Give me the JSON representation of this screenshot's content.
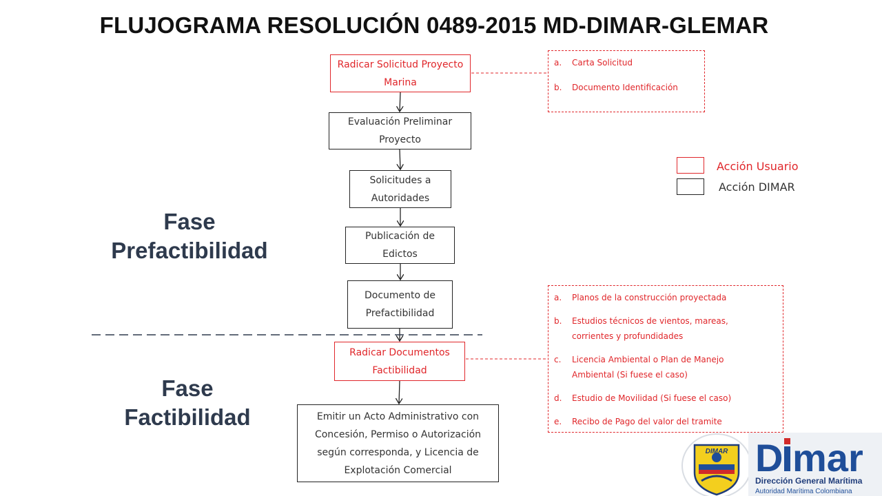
{
  "title": "FLUJOGRAMA RESOLUCIÓN 0489-2015 MD-DIMAR-GLEMAR",
  "steps": [
    {
      "label": "Radicar Solicitud Proyecto Marina",
      "actor": "user"
    },
    {
      "label": "Evaluación Preliminar Proyecto",
      "actor": "dimar"
    },
    {
      "label": "Solicitudes a Autoridades",
      "actor": "dimar"
    },
    {
      "label": "Publicación de Edictos",
      "actor": "dimar"
    },
    {
      "label": "Documento de Prefactibilidad",
      "actor": "dimar"
    },
    {
      "label": "Radicar Documentos Factibilidad",
      "actor": "user"
    },
    {
      "label": "Emitir un Acto Administrativo con Concesión, Permiso o Autorización según corresponda, y Licencia de Explotación Comercial",
      "actor": "dimar"
    }
  ],
  "notes": [
    {
      "items": [
        {
          "letter": "a.",
          "text": "Carta Solicitud"
        },
        {
          "letter": "b.",
          "text": "Documento Identificación"
        }
      ]
    },
    {
      "items": [
        {
          "letter": "a.",
          "text": "Planos de la construcción proyectada"
        },
        {
          "letter": "b.",
          "text": "Estudios técnicos de vientos, mareas, corrientes y profundidades"
        },
        {
          "letter": "c.",
          "text": "Licencia Ambiental o Plan de Manejo Ambiental (Si fuese el caso)"
        },
        {
          "letter": "d.",
          "text": "Estudio de Movilidad (Si fuese el caso)"
        },
        {
          "letter": "e.",
          "text": "Recibo de Pago del valor del tramite"
        }
      ]
    }
  ],
  "legend": {
    "user": "Acción Usuario",
    "dimar": "Acción DIMAR"
  },
  "phases": {
    "pre": "Fase Prefactibilidad",
    "fact": "Fase Factibilidad"
  },
  "logo": {
    "badge_text": "DIMAR",
    "name_d": "D",
    "name_rest": "mar",
    "line1": "Dirección General Marítima",
    "line2": "Autoridad Marítima Colombiana"
  },
  "colors": {
    "user": "#e0262a",
    "dimar": "#222222",
    "phase": "#2e3a4d",
    "brand": "#1f4e99"
  }
}
